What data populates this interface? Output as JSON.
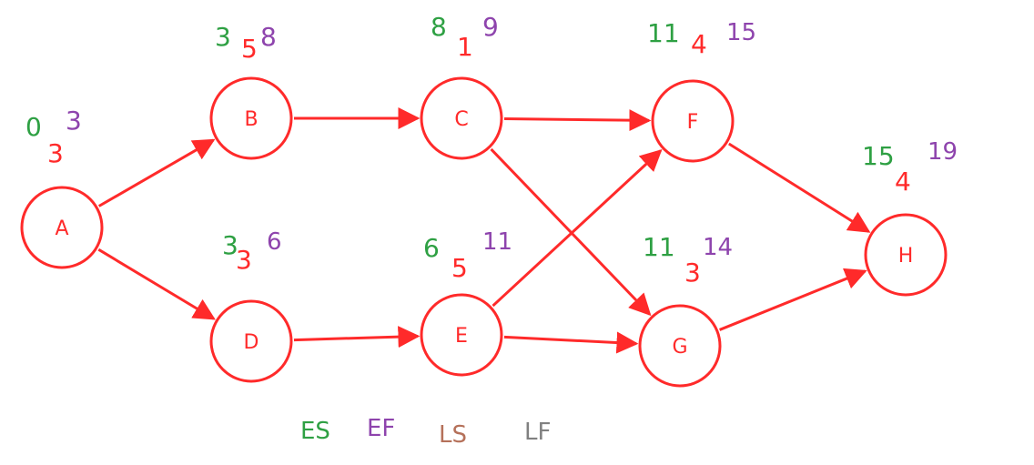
{
  "colors": {
    "node": "#ff2a2a",
    "es": "#2ea043",
    "ef": "#8e44ad",
    "duration": "#ff2a2a",
    "ls": "#b5715a",
    "lf": "#808080"
  },
  "nodes": [
    {
      "id": "A",
      "es": "0",
      "duration": "3",
      "ef": "3"
    },
    {
      "id": "B",
      "es": "3",
      "duration": "5",
      "ef": "8"
    },
    {
      "id": "C",
      "es": "8",
      "duration": "1",
      "ef": "9"
    },
    {
      "id": "D",
      "es": "3",
      "duration": "3",
      "ef": "6"
    },
    {
      "id": "E",
      "es": "6",
      "duration": "5",
      "ef": "11"
    },
    {
      "id": "F",
      "es": "11",
      "duration": "4",
      "ef": "15"
    },
    {
      "id": "G",
      "es": "11",
      "duration": "3",
      "ef": "14"
    },
    {
      "id": "H",
      "es": "15",
      "duration": "4",
      "ef": "19"
    }
  ],
  "edges": [
    [
      "A",
      "B"
    ],
    [
      "A",
      "D"
    ],
    [
      "B",
      "C"
    ],
    [
      "C",
      "F"
    ],
    [
      "C",
      "G"
    ],
    [
      "D",
      "E"
    ],
    [
      "E",
      "F"
    ],
    [
      "E",
      "G"
    ],
    [
      "F",
      "H"
    ],
    [
      "G",
      "H"
    ]
  ],
  "legend": {
    "es": "ES",
    "ef": "EF",
    "ls": "LS",
    "lf": "LF"
  }
}
